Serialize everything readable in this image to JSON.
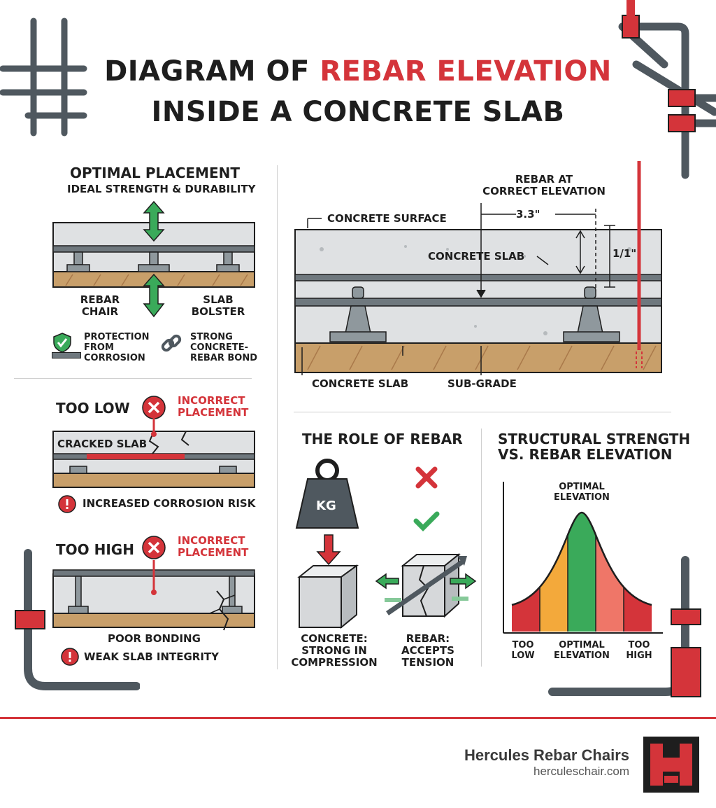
{
  "title": {
    "line1_plain": "DIAGRAM OF ",
    "line1_accent": "REBAR ELEVATION",
    "line2": "INSIDE A CONCRETE SLAB"
  },
  "optimal": {
    "heading": "OPTIMAL PLACEMENT",
    "subheading": "IDEAL STRENGTH & DURABILITY",
    "rebar_chair": "REBAR\nCHAIR",
    "slab_bolster": "SLAB\nBOLSTER",
    "benefit_1": "PROTECTION\nFROM\nCORROSION",
    "benefit_2": "STRONG\nCONCRETE-\nREBAR BOND"
  },
  "too_low": {
    "heading": "TOO LOW",
    "badge": "INCORRECT\nPLACEMENT",
    "cracked": "CRACKED SLAB",
    "risk": "INCREASED CORROSION RISK"
  },
  "too_high": {
    "heading": "TOO HIGH",
    "badge": "INCORRECT\nPLACEMENT",
    "poor_bonding": "POOR BONDING",
    "risk": "WEAK SLAB INTEGRITY"
  },
  "cross_section": {
    "rebar_label": "REBAR AT\nCORRECT ELEVATION",
    "surface": "CONCRETE SURFACE",
    "slab": "CONCRETE SLAB",
    "dim_horizontal": "3.3\"",
    "dim_vertical": "1/1\"",
    "bottom_slab": "CONCRETE SLAB",
    "subgrade": "SUB-GRADE"
  },
  "role": {
    "heading": "THE ROLE OF REBAR",
    "weight": "KG",
    "concrete": "CONCRETE:\nSTRONG IN\nCOMPRESSION",
    "rebar": "REBAR:\nACCEPTS\nTENSION"
  },
  "strength": {
    "heading": "STRUCTURAL STRENGTH\nVS. REBAR ELEVATION",
    "peak_label": "OPTIMAL\nELEVATION",
    "x_low": "TOO\nLOW",
    "x_mid": "OPTIMAL\nELEVATION",
    "x_high": "TOO\nHIGH",
    "bands": [
      {
        "zone": "too-low",
        "color": "#d4343a"
      },
      {
        "zone": "low",
        "color": "#f3a93b"
      },
      {
        "zone": "optimal",
        "color": "#3aaa5a"
      },
      {
        "zone": "high",
        "color": "#ef7668"
      },
      {
        "zone": "too-high",
        "color": "#d4343a"
      }
    ]
  },
  "footer": {
    "brand": "Hercules Rebar Chairs",
    "url": "herculeschair.com"
  },
  "colors": {
    "accent": "#d4343a",
    "green": "#3aaa5a",
    "concrete": "#dfe1e3",
    "subgrade": "#c89f6a",
    "rebar": "#4f585f"
  }
}
